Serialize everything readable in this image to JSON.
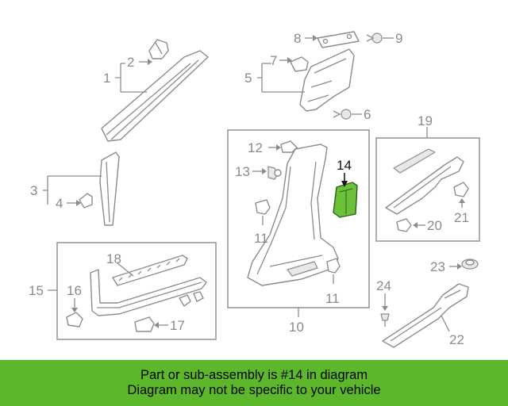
{
  "colors": {
    "highlight": "#6cc03a",
    "banner_bg": "#5cb82a",
    "line": "#8c8c8c",
    "label": "#8a8a8a",
    "active_label": "#111111"
  },
  "diagram": {
    "labels": {
      "l1": "1",
      "l2": "2",
      "l3": "3",
      "l4": "4",
      "l5": "5",
      "l6": "6",
      "l7": "7",
      "l8": "8",
      "l9": "9",
      "l10": "10",
      "l11a": "11",
      "l11b": "11",
      "l12": "12",
      "l13": "13",
      "l14": "14",
      "l15": "15",
      "l16": "16",
      "l17": "17",
      "l18": "18",
      "l19": "19",
      "l20": "20",
      "l21": "21",
      "l22": "22",
      "l23": "23",
      "l24": "24"
    },
    "highlighted_part": "14"
  },
  "banner": {
    "line1": "Part or sub-assembly is #14 in diagram",
    "line2": "Diagram may not be specific to your vehicle"
  }
}
